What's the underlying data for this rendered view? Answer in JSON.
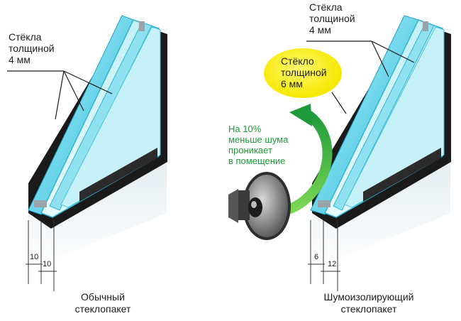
{
  "left_window": {
    "label_lines": [
      "Стёкла",
      "толщиной",
      "4 мм"
    ],
    "caption_lines": [
      "Обычный",
      "стеклопакет"
    ],
    "dims": [
      "10",
      "10"
    ]
  },
  "right_window": {
    "label_lines": [
      "Стёкла",
      "толщиной",
      "4 мм"
    ],
    "highlight_lines": [
      "Стёкло",
      "толщиной",
      "6 мм"
    ],
    "caption_lines": [
      "Шумоизолирующий",
      "стеклопакет"
    ],
    "dims": [
      "6",
      "12"
    ]
  },
  "noise_note": {
    "lines": [
      "На 10%",
      "меньше шума",
      "проникает",
      "в помещение"
    ],
    "color": "#1f9a3a"
  },
  "colors": {
    "glass": "#39c6e0",
    "glass_light": "#b7ecf5",
    "frame": "#1a1a1a",
    "highlight": "#f6e800",
    "arrow": "#27a34a"
  },
  "icons": [
    "speaker-icon",
    "curved-arrow-icon"
  ]
}
